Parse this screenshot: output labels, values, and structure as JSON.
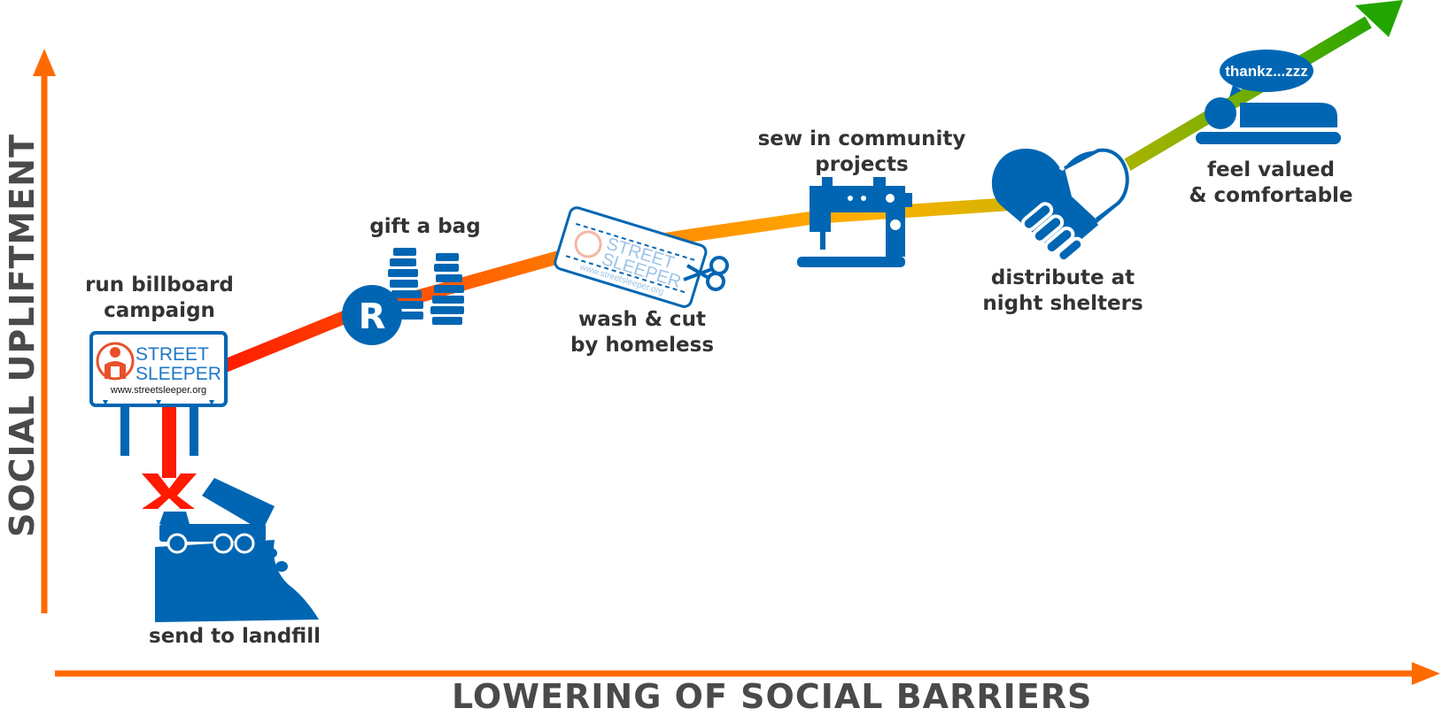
{
  "axes": {
    "x_label": "LOWERING OF SOCIAL BARRIERS",
    "y_label": "SOCIAL UPLIFTMENT"
  },
  "steps": [
    {
      "label_line1": "run billboard",
      "label_line2": "campaign",
      "icon": "billboard-icon"
    },
    {
      "label_line1": "gift a bag",
      "icon": "rand-coins-icon"
    },
    {
      "label_line1": "wash & cut",
      "label_line2": "by homeless",
      "icon": "scissors-bag-icon"
    },
    {
      "label_line1": "sew in community",
      "label_line2": "projects",
      "icon": "sewing-machine-icon"
    },
    {
      "label_line1": "distribute at",
      "label_line2": "night shelters",
      "icon": "handshake-heart-icon"
    },
    {
      "label_line1": "feel valued",
      "label_line2": "& comfortable",
      "icon": "sleeping-person-icon"
    }
  ],
  "alternative": {
    "label": "send to landfill",
    "icon": "dump-truck-landfill-icon"
  },
  "billboard": {
    "line1": "STREET",
    "line2": "SLEEPER",
    "url": "www.streetsleeper.org"
  },
  "bag_text": {
    "line1": "STREET",
    "line2": "SLEEPER",
    "url": "www.streetsleeper.org"
  },
  "coin_symbol": "R",
  "speech": "thankz...zzz",
  "colors": {
    "brand_blue": "#0066B3",
    "axis_orange": "#FF6A00",
    "red": "#FF1A00",
    "green": "#22A500",
    "text": "#333333"
  }
}
